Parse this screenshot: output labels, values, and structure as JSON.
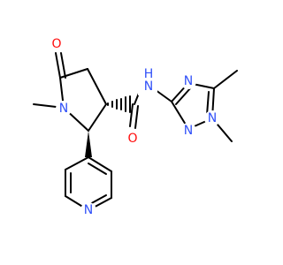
{
  "molecule": {
    "atom_labels": {
      "carbonyl_oxygen_ring": "O",
      "amide_oxygen": "O",
      "ring_nitrogen": "N",
      "amide_nitrogen": "N",
      "amide_hydrogen": "H",
      "pyridine_nitrogen": "N",
      "triazole_n4": "N",
      "triazole_n1": "N",
      "triazole_n2": "N"
    },
    "colors": {
      "bond": "#000000",
      "oxygen": "#ff0d0d",
      "nitrogen": "#3050f8"
    }
  }
}
